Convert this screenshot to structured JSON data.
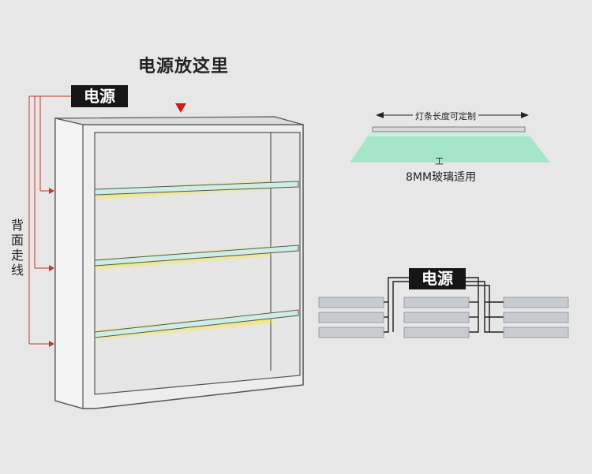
{
  "header": {
    "title": "电源放这里"
  },
  "labels": {
    "power_top": "电源",
    "power_right": "电源",
    "rear_wiring": "背面走线",
    "length_custom": "灯条长度可定制",
    "glass_fit": "8MM玻璃适用",
    "section_symbol": "工"
  },
  "colors": {
    "background": "#e7e7e7",
    "cabinet_frame": "#efefef",
    "cabinet_outline": "#555555",
    "wiring_red": "#c0392b",
    "arrow_red": "#d11a1a",
    "light_glow": "#f7ea2a",
    "glass_green": "#a6e6c8",
    "light_bar": "#c8cbd0",
    "power_box": "#161616"
  }
}
